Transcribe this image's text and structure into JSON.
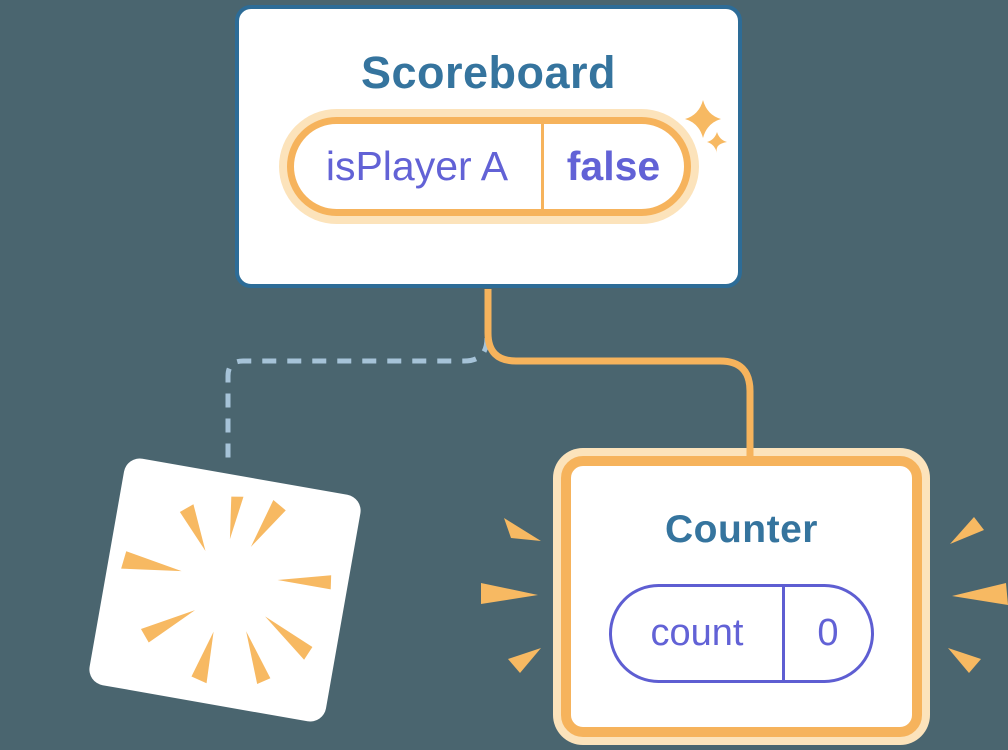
{
  "background_color": "#4a656f",
  "palette": {
    "card_border_blue": "#2d6c97",
    "title_blue": "#35749e",
    "orange": "#f6b35c",
    "orange_glow": "#fce3bb",
    "decor_orange": "#f7b962",
    "state_purple": "#6262d6",
    "pill_border_purple": "#5e5ed2",
    "dashed_line_blue": "#a6c3d8",
    "card_white": "#ffffff"
  },
  "scoreboard": {
    "title": "Scoreboard",
    "state_pill": {
      "name": "isPlayer A",
      "value": "false"
    },
    "sparkles_icon": "sparkle-icon"
  },
  "counter": {
    "title": "Counter",
    "state_pill": {
      "name": "count",
      "value": "0"
    },
    "emphasis_icon": "emphasis-rays-icon"
  },
  "destroyed_component": {
    "burst_icon": "poof-burst-icon"
  }
}
